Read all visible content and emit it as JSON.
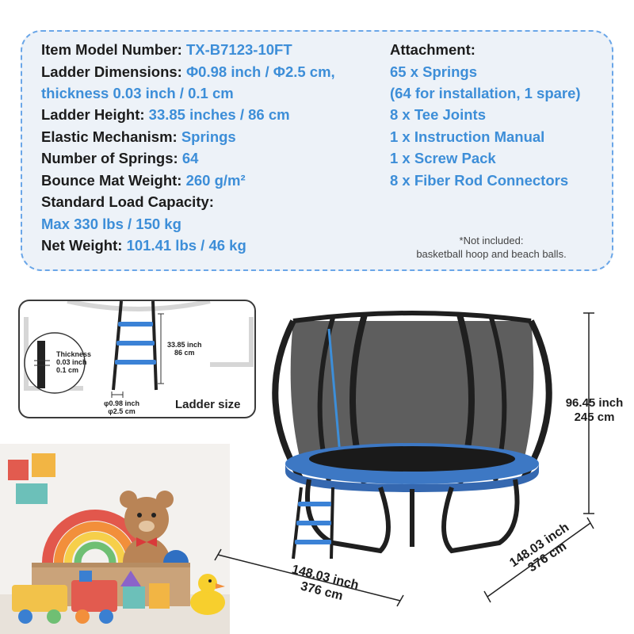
{
  "specs": {
    "model": {
      "label": "Item Model Number:",
      "value": "TX-B7123-10FT"
    },
    "ladder_dimensions": {
      "label": "Ladder Dimensions:",
      "value": "Φ0.98 inch / Φ2.5 cm,",
      "value_line2": "thickness 0.03 inch / 0.1 cm"
    },
    "ladder_height": {
      "label": "Ladder Height:",
      "value": "33.85 inches / 86 cm"
    },
    "elastic": {
      "label": "Elastic Mechanism:",
      "value": "Springs"
    },
    "springs": {
      "label": "Number of Springs:",
      "value": "64"
    },
    "mat_weight": {
      "label": "Bounce Mat Weight:",
      "value": "260 g/m²"
    },
    "load": {
      "label": "Standard Load Capacity:",
      "value": "Max 330 lbs / 150 kg"
    },
    "net_weight": {
      "label": "Net Weight:",
      "value": "101.41 lbs / 46 kg"
    }
  },
  "attachment": {
    "title": "Attachment:",
    "items": [
      "65 x Springs",
      "(64 for installation, 1 spare)",
      "8 x Tee Joints",
      "1 x Instruction Manual",
      "1 x Screw Pack",
      "8 x Fiber Rod Connectors"
    ],
    "note_line1": "*Not included:",
    "note_line2": "basketball hoop and beach balls."
  },
  "ladder_inset": {
    "thickness_l1": "Thickness",
    "thickness_l2": "0.03 inch",
    "thickness_l3": "0.1 cm",
    "height_l1": "33.85 inch",
    "height_l2": "86 cm",
    "dia_l1": "φ0.98 inch",
    "dia_l2": "φ2.5 cm",
    "caption": "Ladder size"
  },
  "dimensions": {
    "height_in": "96.45 inch",
    "height_cm": "245 cm",
    "width_in": "148.03 inch",
    "width_cm": "376 cm",
    "depth_in": "148.03 inch",
    "depth_cm": "376 cm"
  },
  "colors": {
    "accent": "#3d8ed8",
    "frame": "#2b2b2b",
    "pad": "#3d78c4"
  }
}
